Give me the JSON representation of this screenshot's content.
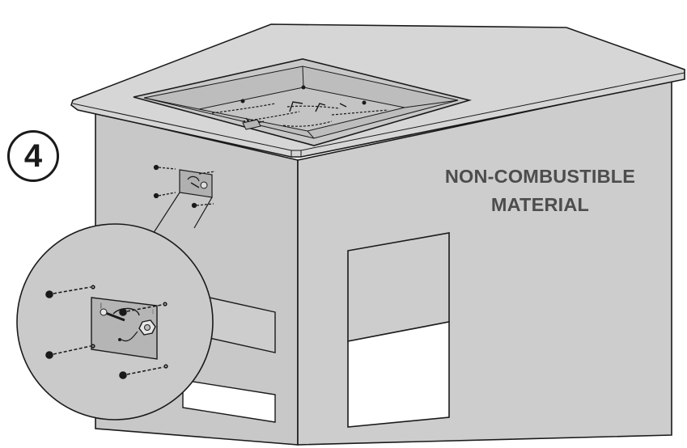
{
  "step": {
    "number": "4"
  },
  "label": {
    "line1": "NON-COMBUSTIBLE",
    "line2": "MATERIAL"
  },
  "colors": {
    "enclosure_face": "#c8c8c8",
    "enclosure_front": "#cdcdcd",
    "countertop": "#d6d6d6",
    "outline": "#1a1a1a",
    "label_text": "#4d4d4d",
    "opening_fill": "#ffffff"
  },
  "icons": {
    "screw": "screw-icon",
    "ignition_plate": "ignition-plate-icon",
    "gas_fitting": "gas-fitting-icon"
  }
}
